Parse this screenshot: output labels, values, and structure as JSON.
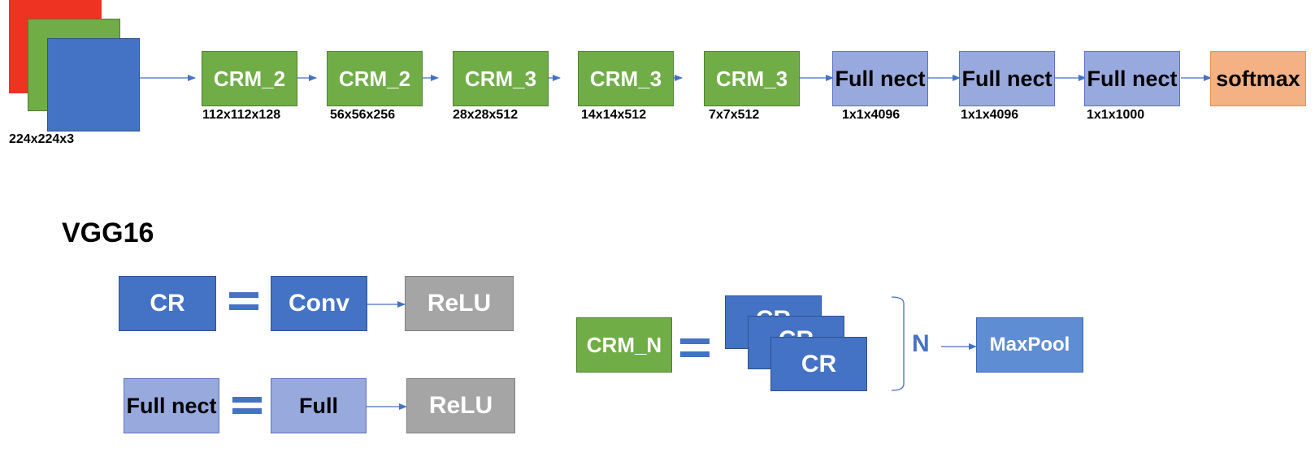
{
  "input": {
    "dims": "224x224x3"
  },
  "pipeline": [
    {
      "label": "CRM_2",
      "dims": "112x112x128"
    },
    {
      "label": "CRM_2",
      "dims": "56x56x256"
    },
    {
      "label": "CRM_3",
      "dims": "28x28x512"
    },
    {
      "label": "CRM_3",
      "dims": "14x14x512"
    },
    {
      "label": "CRM_3",
      "dims": "7x7x512"
    },
    {
      "label": "Full nect",
      "dims": "1x1x4096"
    },
    {
      "label": "Full nect",
      "dims": "1x1x4096"
    },
    {
      "label": "Full nect",
      "dims": "1x1x1000"
    },
    {
      "label": "softmax"
    }
  ],
  "title": "VGG16",
  "legend": {
    "cr": {
      "lhs": "CR",
      "conv": "Conv",
      "relu": "ReLU"
    },
    "fc": {
      "lhs": "Full nect",
      "full": "Full",
      "relu": "ReLU"
    },
    "crm": {
      "lhs": "CRM_N",
      "stack": [
        "CR",
        "CR",
        "CR"
      ],
      "n": "N",
      "maxpool": "MaxPool"
    }
  },
  "colors": {
    "red": "#ee3322",
    "green": "#70ad47",
    "blue": "#4472c4",
    "light_blue": "#98a9dd",
    "gray": "#a5a5a5",
    "salmon": "#f4b183"
  }
}
